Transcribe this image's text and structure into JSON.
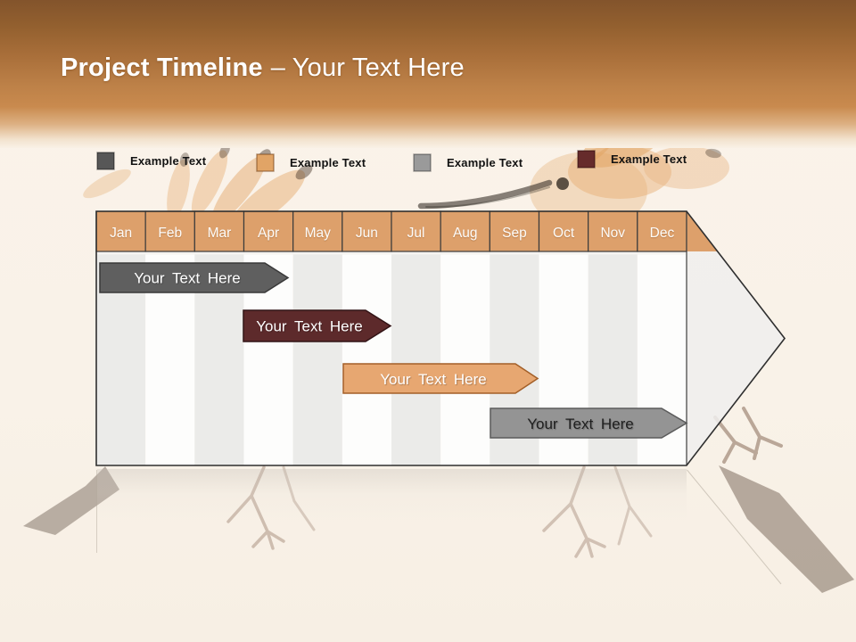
{
  "title": {
    "main": "Project Timeline",
    "suffix": "– Your Text Here"
  },
  "legend": {
    "items": [
      {
        "label": "Example Text",
        "color": "#575757"
      },
      {
        "label": "Example Text",
        "color": "#e1a466"
      },
      {
        "label": "Example Text",
        "color": "#9a9a9a"
      },
      {
        "label": "Example Text",
        "color": "#662b2b"
      }
    ]
  },
  "timeline": {
    "header_color": "#dda06b",
    "months": [
      "Jan",
      "Feb",
      "Mar",
      "Apr",
      "May",
      "Jun",
      "Jul",
      "Aug",
      "Sep",
      "Oct",
      "Nov",
      "Dec"
    ],
    "bars": [
      {
        "label": "Your Text Here",
        "color": "#5f5f5f",
        "text_color": "#ffffff",
        "start": "Jan",
        "end": "Apr"
      },
      {
        "label": "Your Text Here",
        "color": "#5d2a2b",
        "text_color": "#ffffff",
        "start": "Apr",
        "end": "Jun"
      },
      {
        "label": "Your Text Here",
        "color": "#e7a771",
        "text_color": "#ffffff",
        "start": "Jun",
        "end": "Sep"
      },
      {
        "label": "Your Text Here",
        "color": "#949494",
        "text_color": "#1f1f1f",
        "start": "Sep",
        "end": "Dec"
      }
    ]
  },
  "chart_data": {
    "type": "bar",
    "subtype": "gantt-timeline",
    "title": "Project Timeline – Your Text Here",
    "categories": [
      "Jan",
      "Feb",
      "Mar",
      "Apr",
      "May",
      "Jun",
      "Jul",
      "Aug",
      "Sep",
      "Oct",
      "Nov",
      "Dec"
    ],
    "series": [
      {
        "name": "Your Text Here",
        "row": 1,
        "start_month": "Jan",
        "end_month": "Apr",
        "start_index": 0,
        "end_index": 3.9,
        "color": "#5f5f5f"
      },
      {
        "name": "Your Text Here",
        "row": 2,
        "start_month": "Apr",
        "end_month": "Jun",
        "start_index": 3,
        "end_index": 6,
        "color": "#5d2a2b"
      },
      {
        "name": "Your Text Here",
        "row": 3,
        "start_month": "Jun",
        "end_month": "Sep",
        "start_index": 5,
        "end_index": 9,
        "color": "#e7a771"
      },
      {
        "name": "Your Text Here",
        "row": 4,
        "start_month": "Sep",
        "end_month": "Dec",
        "start_index": 8,
        "end_index": 12,
        "color": "#949494"
      }
    ],
    "legend_entries": [
      "Example Text",
      "Example Text",
      "Example Text",
      "Example Text"
    ],
    "legend_position": "top",
    "layout_note": "months run left-to-right along orange header; whole timeline shaped as a right-pointing arrow"
  }
}
